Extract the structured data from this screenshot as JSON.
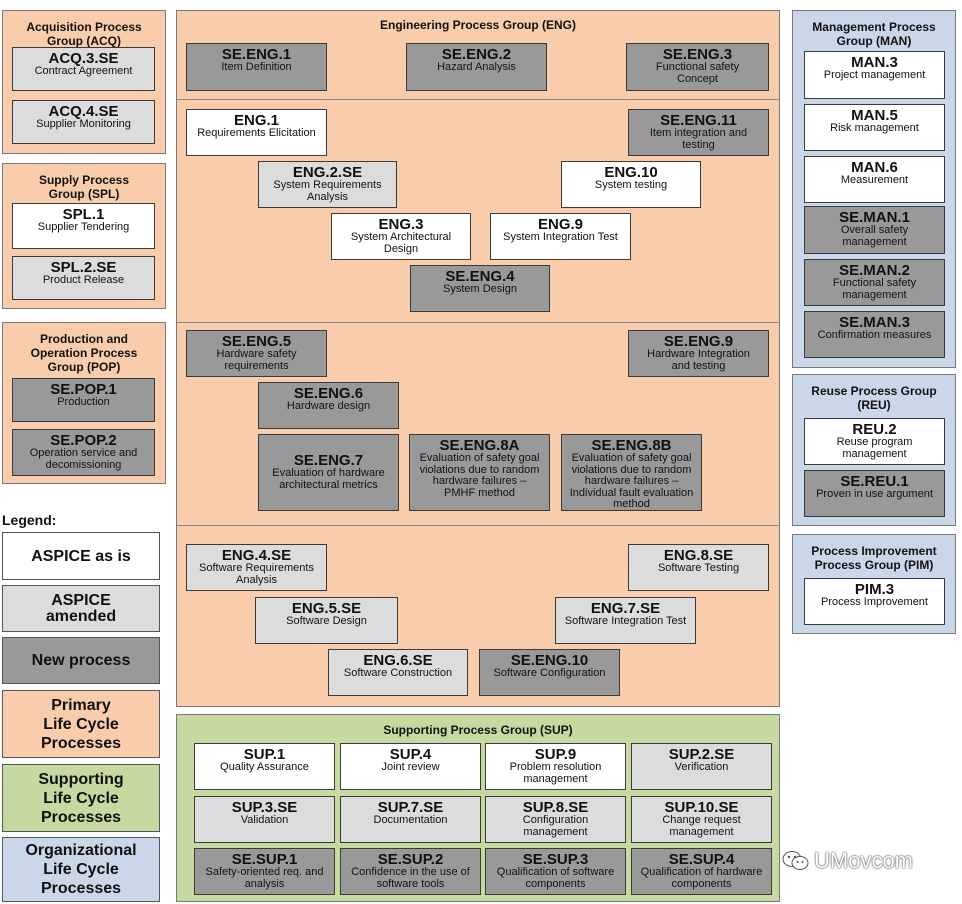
{
  "groups": {
    "acq": "Acquisition Process\nGroup (ACQ)",
    "spl": "Supply Process\nGroup (SPL)",
    "pop": "Production and\nOperation Process\nGroup (POP)",
    "eng": "Engineering Process Group (ENG)",
    "man": "Management  Process\nGroup (MAN)",
    "reu": "Reuse Process Group\n(REU)",
    "pim": "Process Improvement\nProcess Group (PIM)",
    "sup": "Supporting Process Group (SUP)"
  },
  "boxes": [
    {
      "code": "ACQ.3.SE",
      "name": "Contract Agreement"
    },
    {
      "code": "ACQ.4.SE",
      "name": "Supplier Monitoring"
    },
    {
      "code": "SPL.1",
      "name": "Supplier Tendering"
    },
    {
      "code": "SPL.2.SE",
      "name": "Product Release"
    },
    {
      "code": "SE.POP.1",
      "name": "Production"
    },
    {
      "code": "SE.POP.2",
      "name": "Operation service and\ndecomissioning"
    },
    {
      "code": "SE.ENG.1",
      "name": "Item Definition"
    },
    {
      "code": "SE.ENG.2",
      "name": "Hazard Analysis"
    },
    {
      "code": "SE.ENG.3",
      "name": "Functional safety\nConcept"
    },
    {
      "code": "ENG.1",
      "name": "Requirements Elicitation"
    },
    {
      "code": "SE.ENG.11",
      "name": "Item integration and\ntesting"
    },
    {
      "code": "ENG.2.SE",
      "name": "System Requirements\nAnalysis"
    },
    {
      "code": "ENG.10",
      "name": "System testing"
    },
    {
      "code": "ENG.3",
      "name": "System Architectural\nDesign"
    },
    {
      "code": "ENG.9",
      "name": "System Integration Test"
    },
    {
      "code": "SE.ENG.4",
      "name": "System Design"
    },
    {
      "code": "SE.ENG.5",
      "name": "Hardware safety\nrequirements"
    },
    {
      "code": "SE.ENG.9",
      "name": "Hardware Integration\nand testing"
    },
    {
      "code": "SE.ENG.6",
      "name": "Hardware design"
    },
    {
      "code": "SE.ENG.7",
      "name": "Evaluation of hardware\narchitectural metrics"
    },
    {
      "code": "SE.ENG.8A",
      "name": "Evaluation of safety goal\nviolations due to random\nhardware failures –\nPMHF method"
    },
    {
      "code": "SE.ENG.8B",
      "name": "Evaluation of safety goal\nviolations due to random\nhardware failures –\nIndividual fault evaluation\nmethod"
    },
    {
      "code": "ENG.4.SE",
      "name": "Software Requirements\nAnalysis"
    },
    {
      "code": "ENG.8.SE",
      "name": "Software Testing"
    },
    {
      "code": "ENG.5.SE",
      "name": "Software Design"
    },
    {
      "code": "ENG.7.SE",
      "name": "Software Integration Test"
    },
    {
      "code": "ENG.6.SE",
      "name": "Software Construction"
    },
    {
      "code": "SE.ENG.10",
      "name": "Software Configuration"
    },
    {
      "code": "MAN.3",
      "name": "Project management"
    },
    {
      "code": "MAN.5",
      "name": "Risk management"
    },
    {
      "code": "MAN.6",
      "name": "Measurement"
    },
    {
      "code": "SE.MAN.1",
      "name": "Overall safety\nmanagement"
    },
    {
      "code": "SE.MAN.2",
      "name": "Functional safety\nmanagement"
    },
    {
      "code": "SE.MAN.3",
      "name": "Confirmation measures"
    },
    {
      "code": "REU.2",
      "name": "Reuse program\nmanagement"
    },
    {
      "code": "SE.REU.1",
      "name": "Proven in use argument"
    },
    {
      "code": "PIM.3",
      "name": "Process Improvement"
    },
    {
      "code": "SUP.1",
      "name": "Quality Assurance"
    },
    {
      "code": "SUP.4",
      "name": "Joint review"
    },
    {
      "code": "SUP.9",
      "name": "Problem resolution\nmanagement"
    },
    {
      "code": "SUP.2.SE",
      "name": "Verification"
    },
    {
      "code": "SUP.3.SE",
      "name": "Validation"
    },
    {
      "code": "SUP.7.SE",
      "name": "Documentation"
    },
    {
      "code": "SUP.8.SE",
      "name": "Configuration\nmanagement"
    },
    {
      "code": "SUP.10.SE",
      "name": "Change request\nmanagement"
    },
    {
      "code": "SE.SUP.1",
      "name": "Safety-oriented req. and\nanalysis"
    },
    {
      "code": "SE.SUP.2",
      "name": "Confidence in the use of\nsoftware tools"
    },
    {
      "code": "SE.SUP.3",
      "name": "Qualification of software\ncomponents"
    },
    {
      "code": "SE.SUP.4",
      "name": "Qualification of hardware\ncomponents"
    }
  ],
  "legend": {
    "title": "Legend:",
    "as_is": "ASPICE as is",
    "amended": "ASPICE\namended",
    "new": "New process",
    "primary": "Primary\nLife Cycle\nProcesses",
    "supporting": "Supporting\nLife Cycle\nProcesses",
    "organizational": "Organizational\nLife Cycle\nProcesses"
  },
  "watermark": "UMovcom"
}
